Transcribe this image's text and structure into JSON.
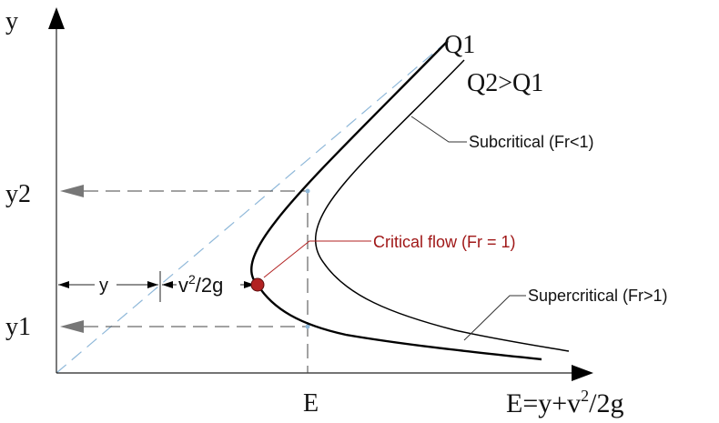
{
  "axes": {
    "y_label": "y",
    "x_label_prefix": "E=y+v",
    "x_label_sup": "2",
    "x_label_suffix": "/2g",
    "e_tick": "E",
    "y2_tick": "y2",
    "y1_tick": "y1"
  },
  "curves": {
    "q1_label": "Q1",
    "q2_label": "Q2>Q1"
  },
  "annotations": {
    "subcritical": "Subcritical (Fr<1)",
    "critical": "Critical flow (Fr = 1)",
    "supercritical": "Supercritical (Fr>1)"
  },
  "dimensions": {
    "depth_label": "y",
    "velocity_head_prefix": "v",
    "velocity_head_sup": "2",
    "velocity_head_suffix": "/2g"
  },
  "colors": {
    "critical_point": "#b22222",
    "reference_line": "#8fb8d9",
    "critical_text": "#a01818"
  }
}
